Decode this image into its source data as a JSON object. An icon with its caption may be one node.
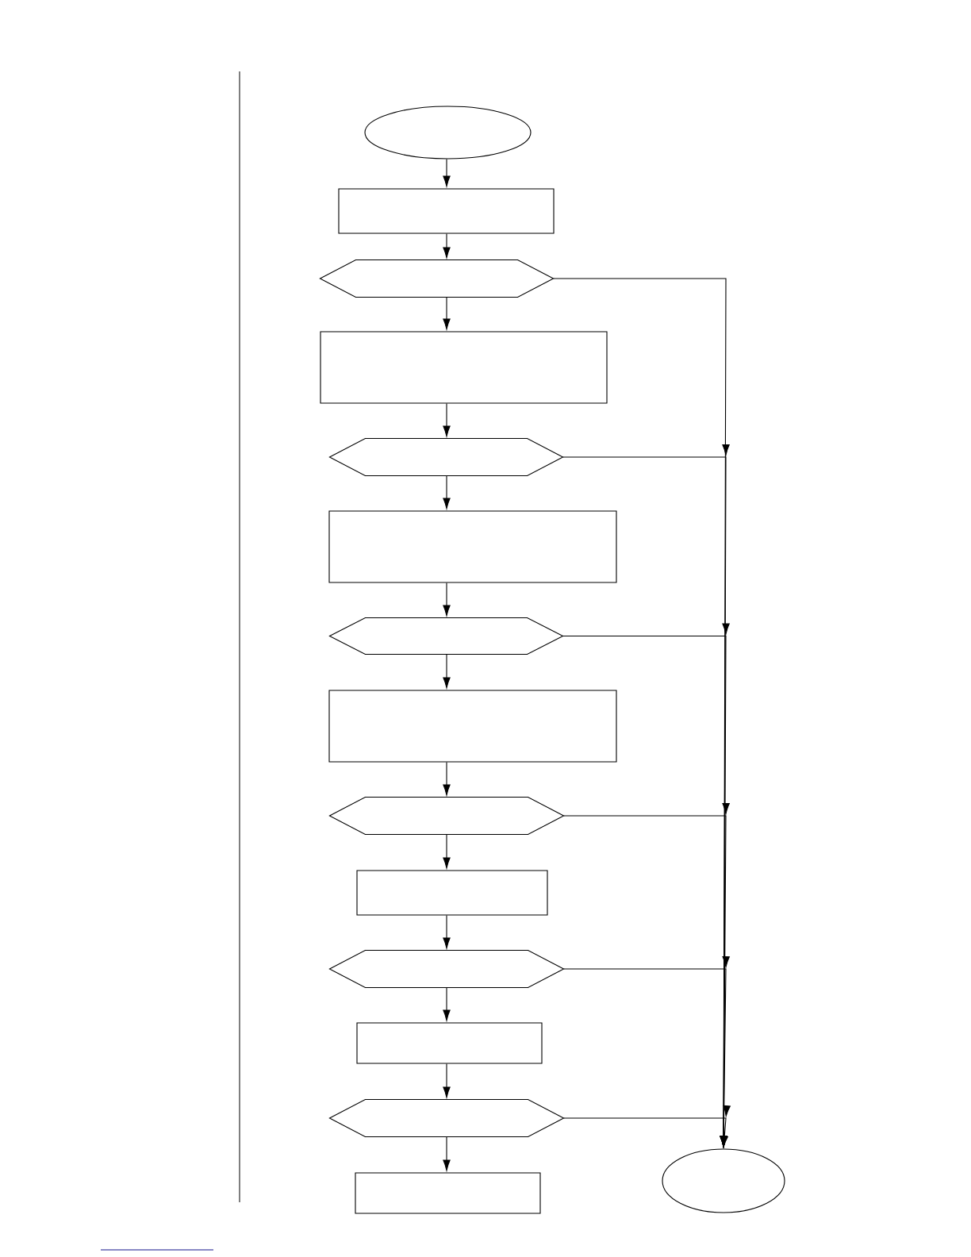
{
  "diagram": {
    "nodes": [
      {
        "text": [],
        "shape": "ellipse"
      },
      {
        "text": [],
        "shape": "box"
      },
      {
        "text": [],
        "shape": "hexagon"
      },
      {
        "text": [],
        "shape": "box"
      },
      {
        "text": [],
        "shape": "hexagon"
      },
      {
        "text": [],
        "shape": "box"
      },
      {
        "text": [],
        "shape": "hexagon"
      },
      {
        "text": [],
        "shape": "box"
      },
      {
        "text": [],
        "shape": "hexagon"
      },
      {
        "text": [],
        "shape": "box"
      },
      {
        "text": [],
        "shape": "hexagon"
      },
      {
        "text": [],
        "shape": "box"
      },
      {
        "text": [],
        "shape": "hexagon"
      },
      {
        "text": [],
        "shape": "box"
      },
      {
        "text": [],
        "shape": "ellipse"
      }
    ],
    "edges": [
      {
        "from": 0,
        "to": 1,
        "arrow": "to"
      },
      {
        "from": 1,
        "to": 2,
        "arrow": "to"
      },
      {
        "from": 2,
        "to": 3,
        "arrow": "to"
      },
      {
        "from": 3,
        "to": 4,
        "arrow": "to"
      },
      {
        "from": 4,
        "to": 5,
        "arrow": "to"
      },
      {
        "from": 5,
        "to": 6,
        "arrow": "to"
      },
      {
        "from": 6,
        "to": 7,
        "arrow": "to"
      },
      {
        "from": 7,
        "to": 8,
        "arrow": "to"
      },
      {
        "from": 8,
        "to": 9,
        "arrow": "to"
      },
      {
        "from": 9,
        "to": 10,
        "arrow": "to"
      },
      {
        "from": 10,
        "to": 11,
        "arrow": "to"
      },
      {
        "from": 11,
        "to": 12,
        "arrow": "to"
      },
      {
        "from": 12,
        "to": 13,
        "arrow": "to"
      },
      {
        "from": 2,
        "to": 14,
        "arrow": "to"
      },
      {
        "from": 4,
        "to": 14,
        "arrow": "to"
      },
      {
        "from": 6,
        "to": 14,
        "arrow": "to"
      },
      {
        "from": 8,
        "to": 14,
        "arrow": "to"
      },
      {
        "from": 10,
        "to": 14,
        "arrow": "to"
      },
      {
        "from": 12,
        "to": 14,
        "arrow": "to"
      }
    ]
  }
}
